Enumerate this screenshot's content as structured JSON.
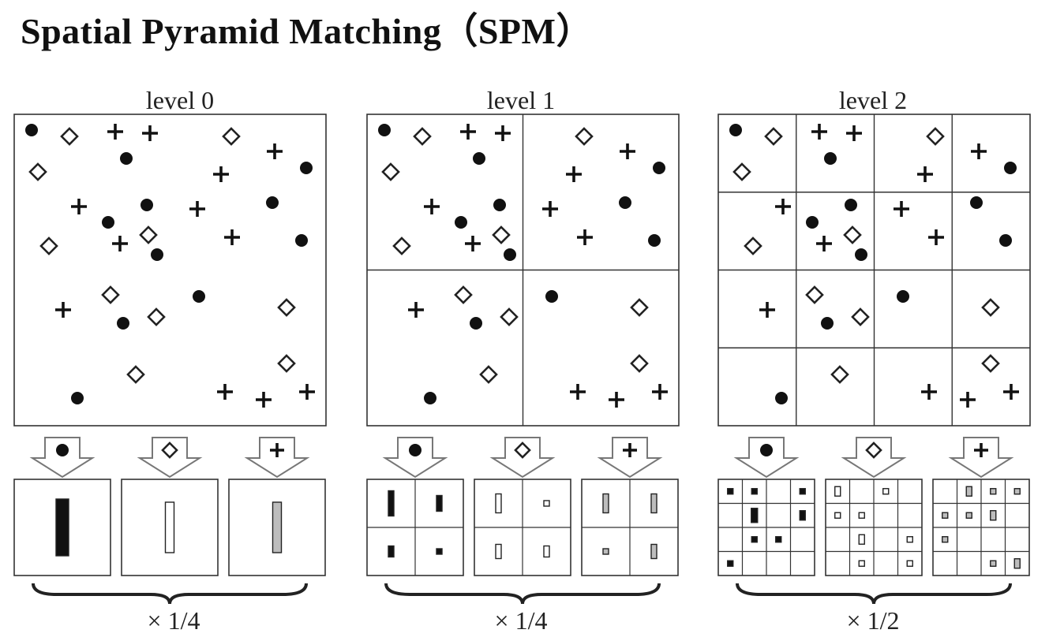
{
  "title": "Spatial Pyramid Matching（SPM）",
  "levels": [
    {
      "label": "level 0",
      "scale": "× 1/4"
    },
    {
      "label": "level 1",
      "scale": "× 1/4"
    },
    {
      "label": "level 2",
      "scale": "× 1/2"
    }
  ],
  "feature_types": [
    "dot-icon",
    "diamond-icon",
    "plus-icon"
  ],
  "colors": {
    "dot": "#111111",
    "diamond_fill": "#ffffff",
    "plus": "#111111",
    "bar_gray": "#bdbdbd",
    "stroke": "#222222"
  }
}
